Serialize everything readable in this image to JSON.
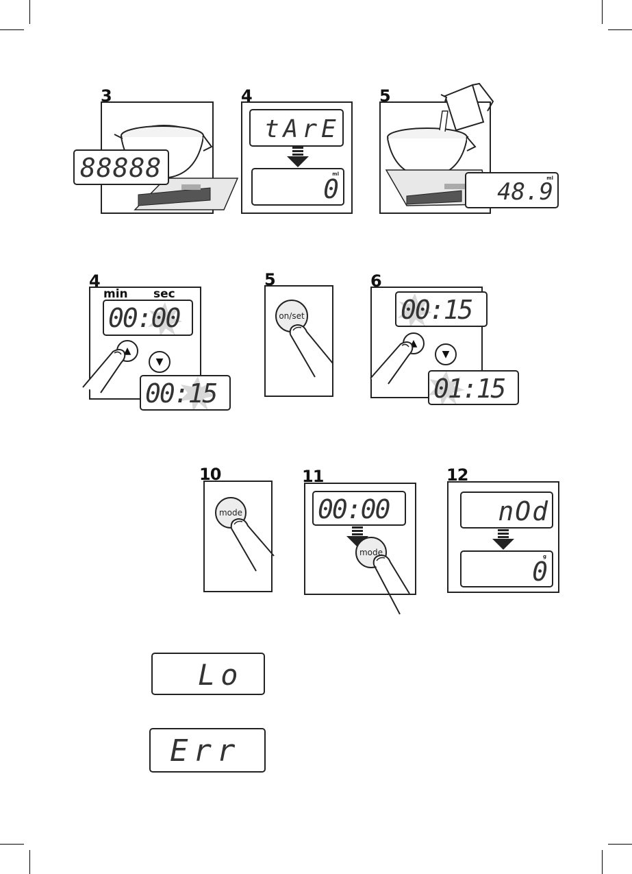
{
  "row1": {
    "step3": {
      "number": "3",
      "display": "88888"
    },
    "step4": {
      "number": "4",
      "display_top": "tArE",
      "display_bottom": "0",
      "unit": "ml"
    },
    "step5": {
      "number": "5",
      "display": "48.9",
      "unit": "ml"
    }
  },
  "row2": {
    "step4": {
      "number": "4",
      "label_min": "min",
      "label_sec": "sec",
      "display_top": "00:00",
      "display_bottom": "00:15"
    },
    "step5": {
      "number": "5",
      "button": "on/set"
    },
    "step6": {
      "number": "6",
      "display_top": "00:15",
      "display_bottom": "01:15"
    }
  },
  "row3": {
    "step10": {
      "number": "10",
      "button": "mode"
    },
    "step11": {
      "number": "11",
      "display": "00:00",
      "button": "mode"
    },
    "step12": {
      "number": "12",
      "display_top": "nOd",
      "display_bottom": "0",
      "unit": "g"
    }
  },
  "messages": {
    "low": "Lo",
    "error": "Err"
  },
  "icons": {
    "up": "▲",
    "down": "▼"
  }
}
